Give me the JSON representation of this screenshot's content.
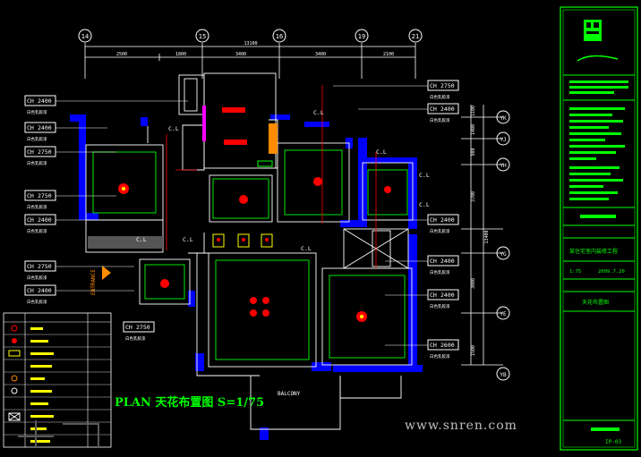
{
  "drawing": {
    "title": "PLAN 天花布置图 S=1/75",
    "watermark": "www.snren.com",
    "entrance_label": "ENTRANCE",
    "balcony_label": "BALCONY",
    "cl_label": "C.L",
    "overall_dimension": "13100",
    "top_dimensions": [
      "2500",
      "1800",
      "3400",
      "3400",
      "2100"
    ],
    "column_grid": [
      "14",
      "15",
      "16",
      "19",
      "21"
    ],
    "row_grid": [
      "YK",
      "YJ",
      "YH",
      "YG",
      "YE",
      "YB"
    ],
    "right_dimensions": [
      "1100",
      "1400",
      "900",
      "3700",
      "3000",
      "1500"
    ],
    "total_height_dimension": "13400"
  },
  "ceiling_tags": {
    "left": [
      {
        "code": "CH",
        "height": "2400",
        "note": "白色乳胶漆"
      },
      {
        "code": "CH",
        "height": "2400",
        "note": "白色乳胶漆"
      },
      {
        "code": "CH",
        "height": "2750",
        "note": "白色乳胶漆"
      },
      {
        "code": "CH",
        "height": "2750",
        "note": "白色乳胶漆"
      },
      {
        "code": "CH",
        "height": "2400",
        "note": "白色乳胶漆"
      },
      {
        "code": "CH",
        "height": "2750",
        "note": "白色乳胶漆"
      },
      {
        "code": "CH",
        "height": "2400",
        "note": "白色乳胶漆"
      }
    ],
    "right": [
      {
        "code": "CH",
        "height": "2750",
        "note": "白色乳胶漆"
      },
      {
        "code": "CH",
        "height": "2400",
        "note": "白色乳胶漆"
      },
      {
        "code": "CH",
        "height": "2400",
        "note": "白色乳胶漆"
      },
      {
        "code": "CH",
        "height": "2400",
        "note": "白色乳胶漆"
      },
      {
        "code": "CH",
        "height": "2400",
        "note": "白色乳胶漆"
      },
      {
        "code": "CH",
        "height": "2600",
        "note": "白色乳胶漆"
      }
    ],
    "living_room": {
      "code": "CH",
      "height": "2750",
      "note": "白色乳胶漆"
    }
  },
  "title_block": {
    "project": "某住宅室内装修工程",
    "scale": "1:75",
    "date": "2009.7.20",
    "drawing_name": "天花布置图",
    "sheet_no": "IP-03"
  },
  "colors": {
    "background": "#000000",
    "wall": "#0000ff",
    "line": "#ffffff",
    "green": "#00ff00",
    "red": "#ff0000",
    "yellow": "#ffff00",
    "magenta": "#ff00ff",
    "orange": "#ff8c00"
  }
}
